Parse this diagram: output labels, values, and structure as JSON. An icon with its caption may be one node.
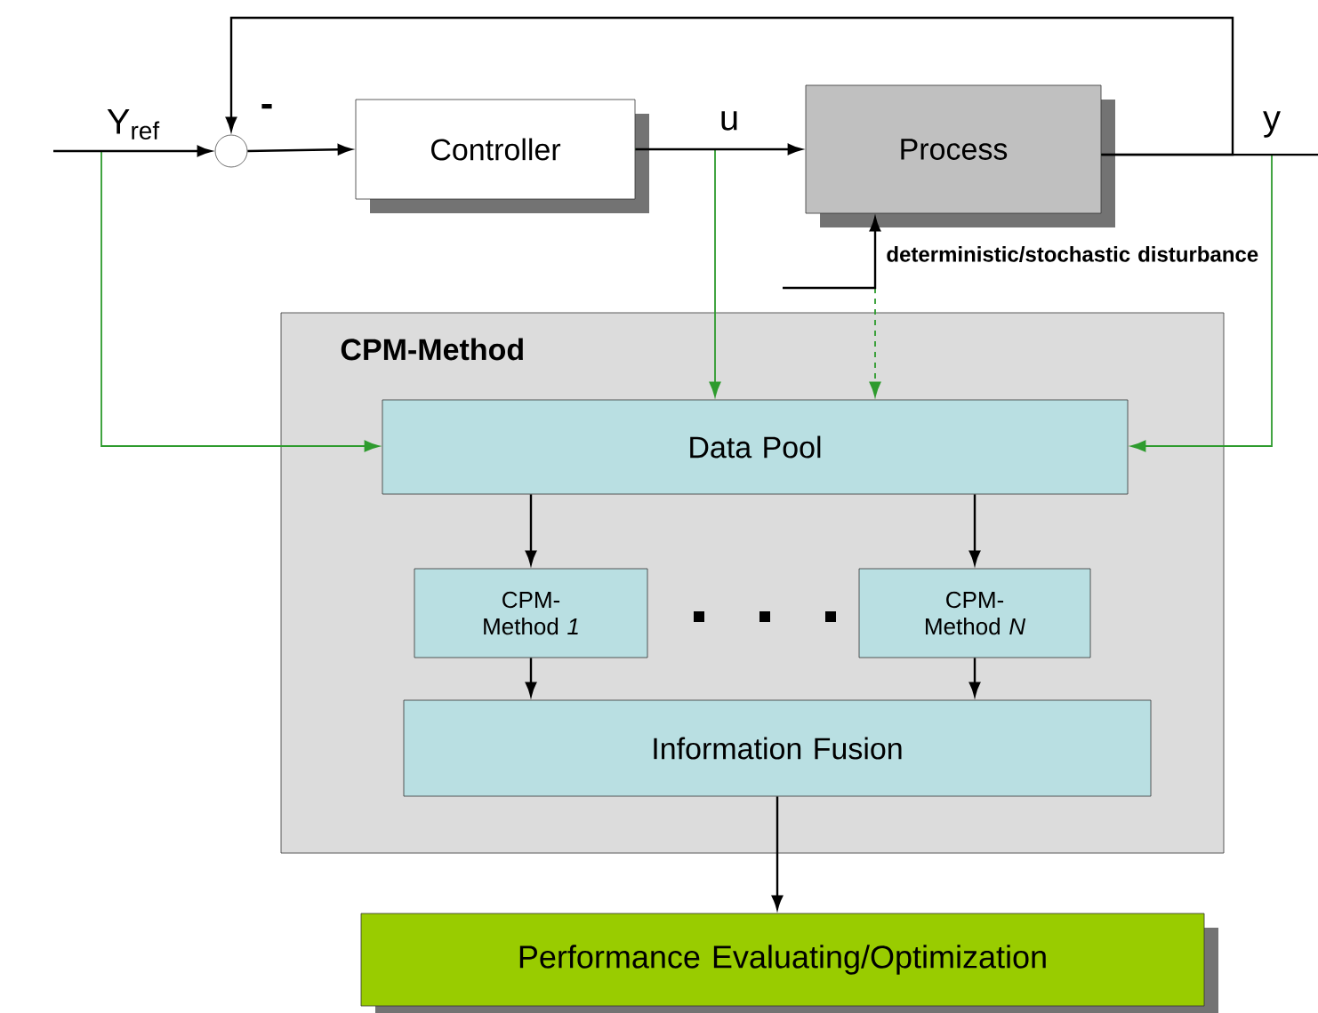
{
  "diagram": {
    "nodes": [
      {
        "text": [],
        "shape": "circle"
      },
      {
        "text": [
          "Controller"
        ]
      },
      {
        "text": [
          "Process"
        ]
      },
      {
        "text": [
          "CPM-Method"
        ]
      },
      {
        "text": [
          "Data Pool"
        ],
        "in": 3
      },
      {
        "text": [
          "CPM- Method *1*"
        ],
        "in": 3
      },
      {
        "text": [
          "CPM- Method *N*"
        ],
        "in": 3
      },
      {
        "text": [
          "Information Fusion"
        ],
        "in": 3
      },
      {
        "text": [
          "Performance Evaluating/Optimization"
        ]
      }
    ],
    "edges": [
      {
        "from": null,
        "to": 0,
        "arrow": "to",
        "label": "Y$_{ref}$"
      },
      {
        "from": 0,
        "to": 1,
        "arrow": "to"
      },
      {
        "from": 1,
        "to": 2,
        "arrow": "to",
        "label": "u"
      },
      {
        "from": 2,
        "to": null,
        "arrow": "none",
        "label": "y"
      },
      {
        "from": 2,
        "to": 0,
        "arrow": "to"
      },
      {
        "from": null,
        "to": 2,
        "arrow": "to",
        "label": "deterministic/stochastic disturbance"
      },
      {
        "from": null,
        "to": 4,
        "arrow": "to",
        "color": "#2e9b2e"
      },
      {
        "from": 1,
        "to": 4,
        "arrow": "to",
        "color": "#2e9b2e"
      },
      {
        "from": null,
        "to": 4,
        "arrow": "to",
        "style": "dashed",
        "color": "#2e9b2e"
      },
      {
        "from": 2,
        "to": 4,
        "arrow": "to",
        "color": "#2e9b2e"
      },
      {
        "from": 4,
        "to": 5,
        "arrow": "to"
      },
      {
        "from": 4,
        "to": 6,
        "arrow": "to"
      },
      {
        "from": 5,
        "to": 7,
        "arrow": "to"
      },
      {
        "from": 6,
        "to": 7,
        "arrow": "to"
      },
      {
        "from": 7,
        "to": 8,
        "arrow": "to"
      }
    ],
    "labels": [
      "-"
    ]
  }
}
